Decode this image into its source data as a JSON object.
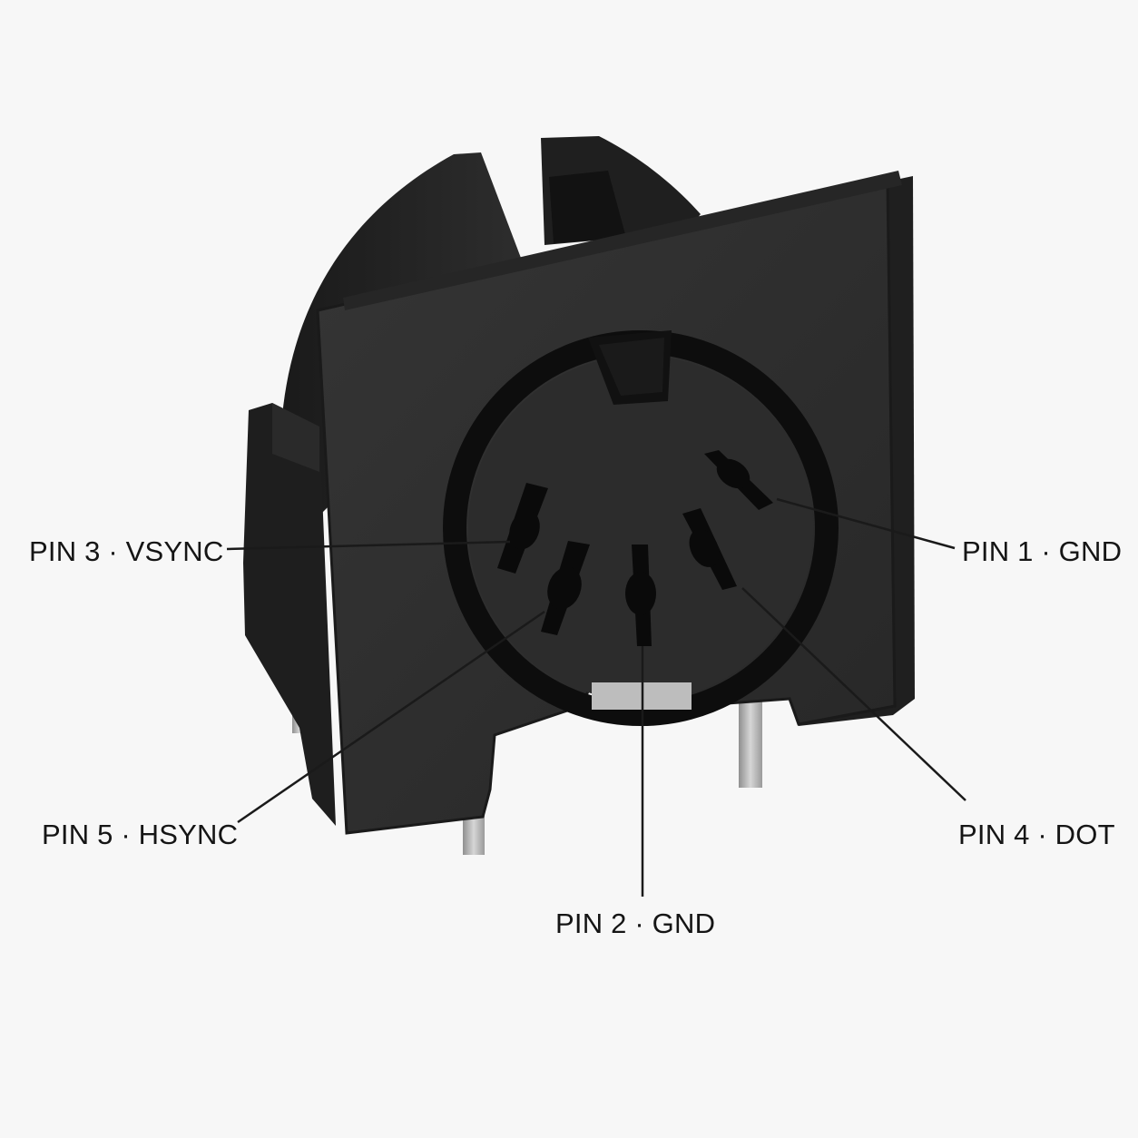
{
  "colors": {
    "background": "#f7f7f7",
    "body": "#2f2f2f",
    "body_dark": "#1c1c1c",
    "slot": "#0b0b0b",
    "metal": "#b9b9b9",
    "leader_line": "#1a1a1a"
  },
  "icons": {
    "connector": "din-socket-icon",
    "contact": "pin-contact-icon",
    "lead": "solder-lead-icon"
  },
  "labels": {
    "pin1": "PIN 1 · GND",
    "pin2": "PIN 2 · GND",
    "pin3": "PIN 3 · VSYNC",
    "pin4": "PIN 4 · DOT",
    "pin5": "PIN 5 · HSYNC"
  }
}
